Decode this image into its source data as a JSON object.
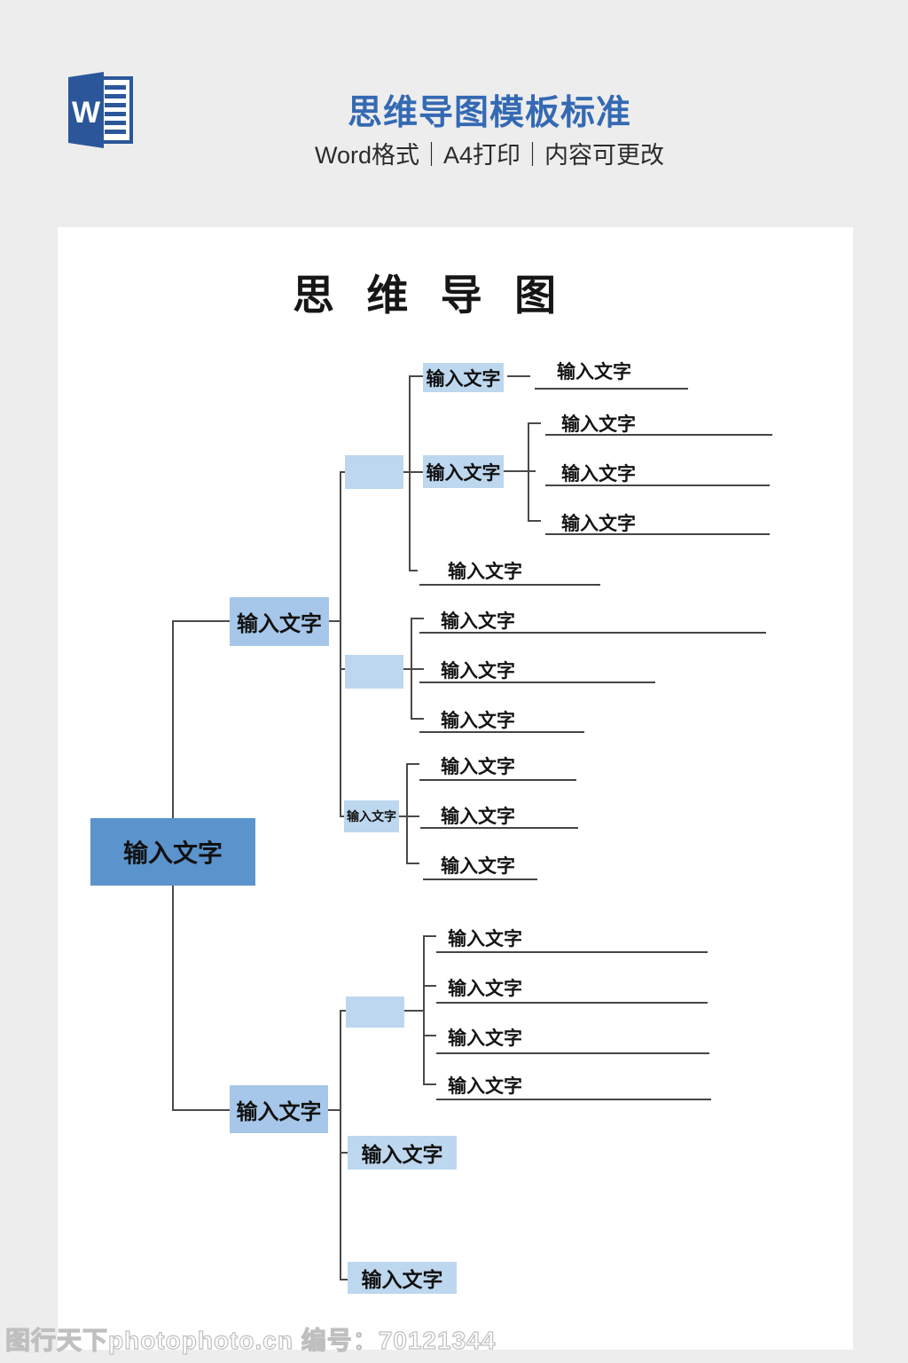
{
  "header": {
    "title": "思维导图模板标准",
    "subtitle": "Word格式｜A4打印｜内容可更改",
    "icon_letter": "W"
  },
  "page": {
    "title": "思 维 导 图",
    "node_label": "输入文字"
  },
  "footer": {
    "watermark": "图行天下photophoto.cn 编号：70121344"
  },
  "colors": {
    "root_box": "#5B93CC",
    "branch_box": "#A6C7E9",
    "light_box": "#BDD7EE",
    "connector_line": "#4A4A4A",
    "header_title": "#3469B3",
    "word_brand": "#2B579A",
    "page_background": "#EDEDED"
  }
}
